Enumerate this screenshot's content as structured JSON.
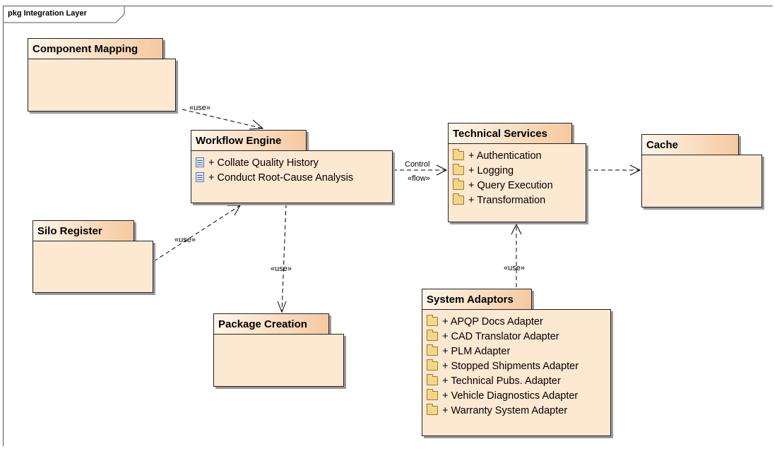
{
  "frame": {
    "label": "pkg Integration Layer"
  },
  "packages": {
    "component_mapping": {
      "name": "Component Mapping",
      "items": []
    },
    "workflow_engine": {
      "name": "Workflow Engine",
      "items": [
        "+ Collate Quality History",
        "+ Conduct Root-Cause Analysis"
      ]
    },
    "technical_services": {
      "name": "Technical Services",
      "items": [
        "+ Authentication",
        "+ Logging",
        "+ Query Execution",
        "+ Transformation"
      ]
    },
    "cache": {
      "name": "Cache",
      "items": []
    },
    "silo_register": {
      "name": "Silo Register",
      "items": []
    },
    "package_creation": {
      "name": "Package Creation",
      "items": []
    },
    "system_adaptors": {
      "name": "System Adaptors",
      "items": [
        "+ APQP Docs Adapter",
        "+ CAD Translator Adapter",
        "+ PLM Adapter",
        "+ Stopped Shipments Adapter",
        "+ Technical Pubs. Adapter",
        "+ Vehicle Diagnostics Adapter",
        "+ Warranty System Adapter"
      ]
    }
  },
  "connectors": {
    "mapping_to_workflow": {
      "label": "«use»"
    },
    "silo_to_workflow": {
      "label": "«use»"
    },
    "workflow_to_creation": {
      "label": "«use»"
    },
    "workflow_to_services": {
      "name": "Control",
      "label": "«flow»"
    },
    "services_to_cache": {
      "label": ""
    },
    "adaptors_to_services": {
      "label": "«use»"
    }
  },
  "colors": {
    "package_fill": "#fde8d2",
    "tab_gradient_end": "#f5c9a0",
    "line": "#000000",
    "shadow": "#9a9a9a"
  },
  "icons": {
    "list_item": "folder-icon",
    "operation": "operation-icon"
  }
}
